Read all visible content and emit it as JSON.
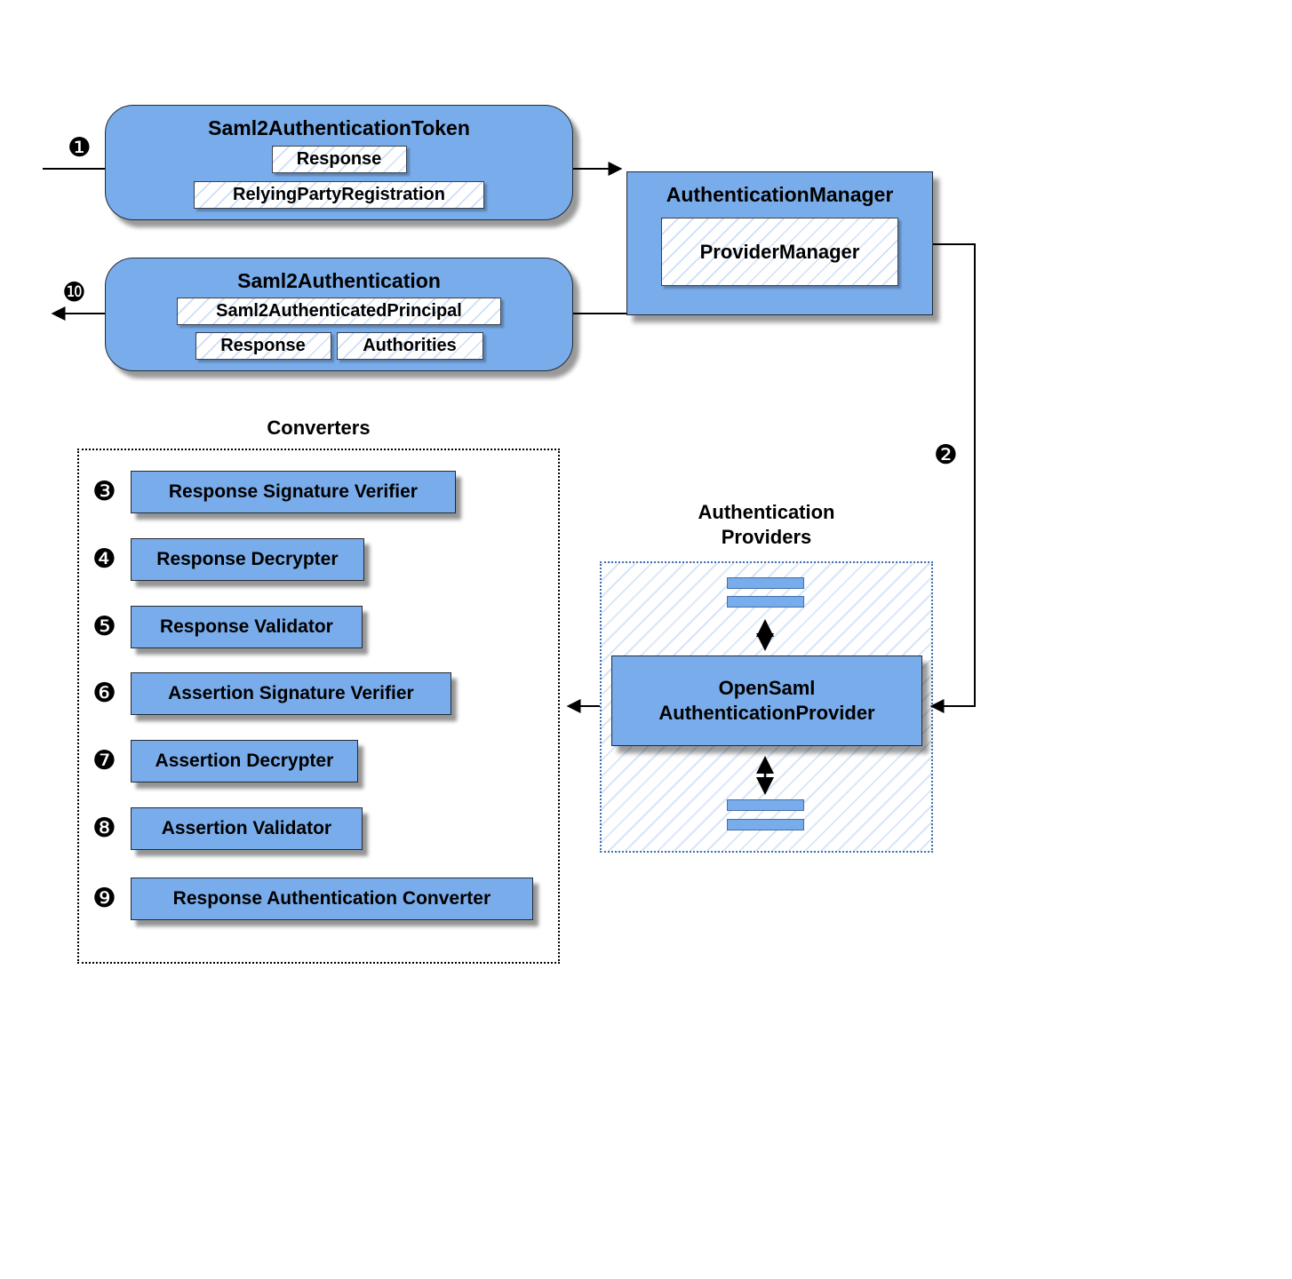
{
  "colors": {
    "box_fill": "#79ACEA",
    "box_border": "#232A33",
    "hatch_line": "#A9C9EE",
    "providers_frame": "#3F6FAE",
    "arrow": "#000000"
  },
  "flow_badges": {
    "step1": "❶",
    "step2": "❷",
    "step10": "❿"
  },
  "saml2_authentication_token": {
    "title": "Saml2AuthenticationToken",
    "response": "Response",
    "relying_party_registration": "RelyingPartyRegistration"
  },
  "authentication_manager": {
    "title": "AuthenticationManager",
    "inner": "ProviderManager"
  },
  "saml2_authentication": {
    "title": "Saml2Authentication",
    "principal": "Saml2AuthenticatedPrincipal",
    "response": "Response",
    "authorities": "Authorities"
  },
  "converters": {
    "title": "Converters",
    "items": [
      {
        "badge": "❸",
        "label": "Response Signature Verifier"
      },
      {
        "badge": "❹",
        "label": "Response Decrypter"
      },
      {
        "badge": "❺",
        "label": "Response Validator"
      },
      {
        "badge": "❻",
        "label": "Assertion Signature Verifier"
      },
      {
        "badge": "❼",
        "label": "Assertion Decrypter"
      },
      {
        "badge": "❽",
        "label": "Assertion Validator"
      },
      {
        "badge": "❾",
        "label": "Response Authentication Converter"
      }
    ]
  },
  "authentication_providers": {
    "title_line1": "Authentication",
    "title_line2": "Providers",
    "provider_line1": "OpenSaml",
    "provider_line2": "AuthenticationProvider"
  }
}
